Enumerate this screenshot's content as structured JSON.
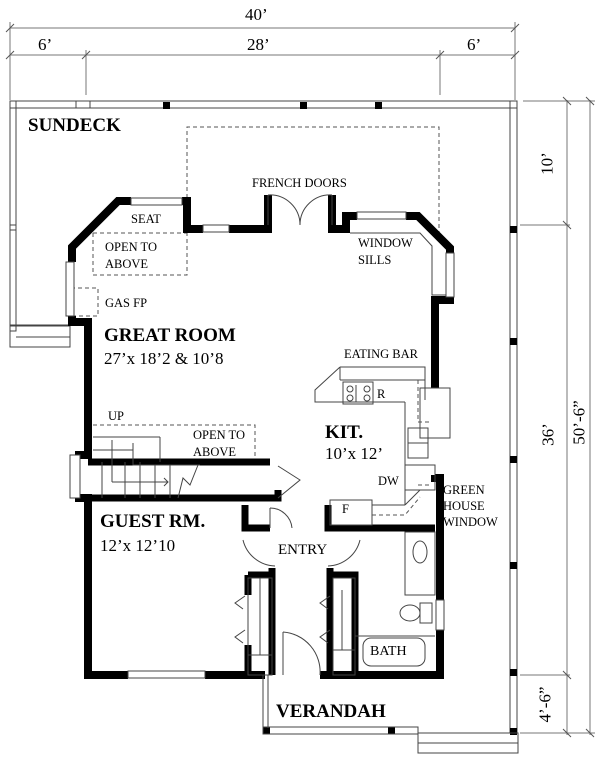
{
  "dimensions": {
    "overall_width": "40’",
    "left_deck": "6’",
    "house_width": "28’",
    "right_deck": "6’",
    "deck_depth": "10’",
    "house_depth": "36’",
    "overall_depth": "50’-6”",
    "verandah_depth": "4’-6”"
  },
  "rooms": {
    "sundeck": "SUNDECK",
    "great_room": {
      "name": "GREAT ROOM",
      "size": "27’x 18’2 & 10’8"
    },
    "kitchen": {
      "name": "KIT.",
      "size": "10’x 12’"
    },
    "guest_room": {
      "name": "GUEST RM.",
      "size": "12’x 12’10"
    },
    "entry": "ENTRY",
    "bath": "BATH",
    "verandah": "VERANDAH"
  },
  "notes": {
    "french_doors": "FRENCH DOORS",
    "seat": "SEAT",
    "open_above_1": [
      "OPEN TO",
      "ABOVE"
    ],
    "open_above_2": [
      "OPEN TO",
      "ABOVE"
    ],
    "gas_fp": "GAS FP",
    "window_sills": [
      "WINDOW",
      "SILLS"
    ],
    "eating_bar": "EATING BAR",
    "range": "R",
    "dishwasher": "DW",
    "fridge": "F",
    "up": "UP",
    "greenhouse_window": [
      "GREEN",
      "HOUSE",
      "WINDOW"
    ]
  }
}
